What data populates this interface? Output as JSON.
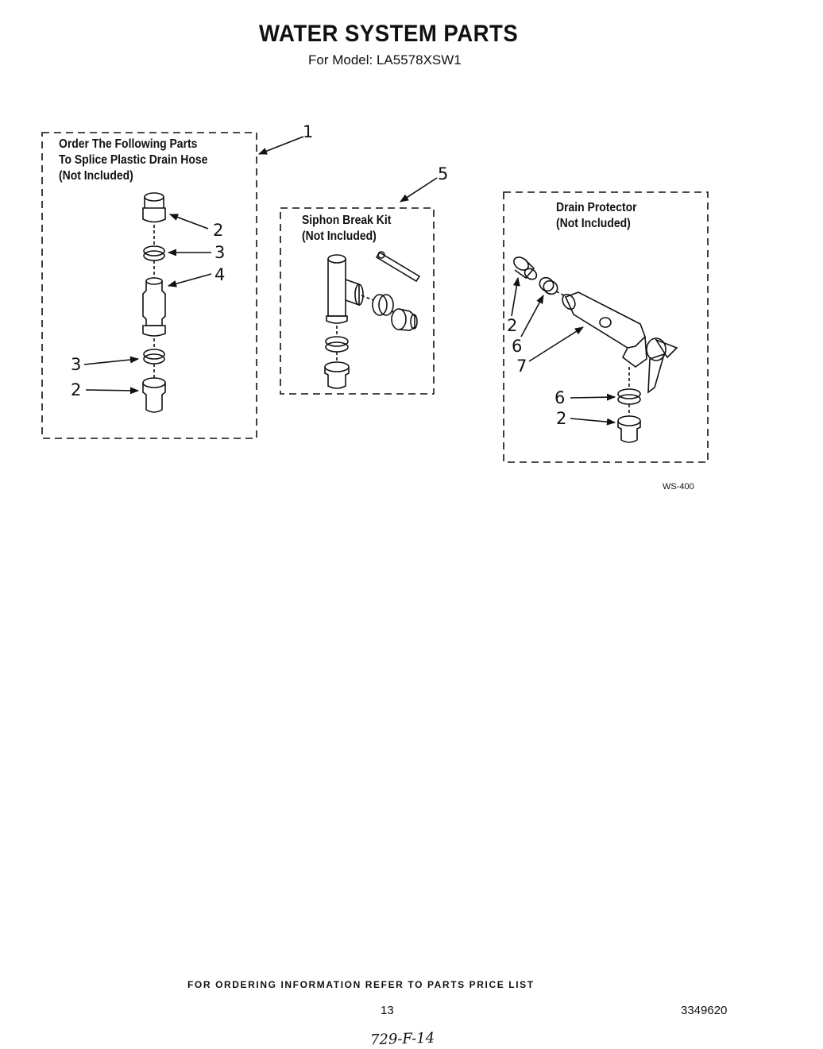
{
  "header": {
    "title": "WATER SYSTEM PARTS",
    "model_line": "For Model: LA5578XSW1"
  },
  "boxes": {
    "splice": {
      "title": "Order The Following Parts\nTo Splice Plastic Drain Hose\n(Not Included)",
      "callout": "1"
    },
    "siphon": {
      "title": "Siphon Break Kit\n(Not Included)",
      "callout": "5"
    },
    "drain": {
      "title": "Drain Protector\n(Not Included)"
    }
  },
  "callouts": {
    "splice_top_adapter": "2",
    "splice_top_ring": "3",
    "splice_coupler": "4",
    "splice_bottom_ring": "3",
    "splice_bottom_adapter": "2",
    "drain_adapter_left": "2",
    "drain_ring_left": "6",
    "drain_body": "7",
    "drain_ring_bottom": "6",
    "drain_adapter_bottom": "2"
  },
  "figure_code": "WS-400",
  "footer": {
    "order_note": "FOR ORDERING INFORMATION REFER TO PARTS PRICE LIST",
    "page_number": "13",
    "document_number": "3349620",
    "handwritten_note": "729-F-14"
  }
}
